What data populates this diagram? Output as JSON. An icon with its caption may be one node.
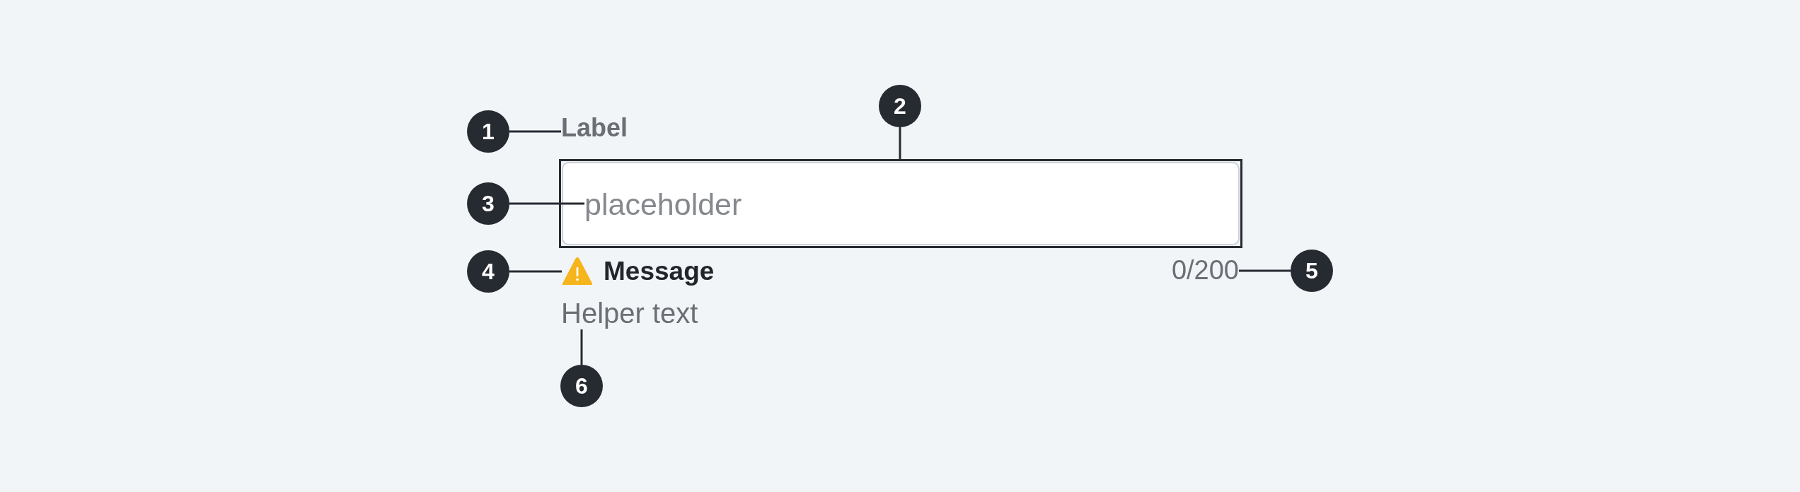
{
  "diagram": {
    "nodes": [
      {
        "text": [
          "1"
        ]
      },
      {
        "text": [
          "Label"
        ]
      },
      {
        "text": [
          "2"
        ]
      },
      {
        "text": [],
        "shape": "box"
      },
      {
        "text": [
          "3"
        ]
      },
      {
        "text": [
          "placeholder"
        ],
        "in": 3
      },
      {
        "text": [
          "4"
        ]
      },
      {
        "text": [],
        "shape": "triangle",
        "beside": [
          "Message"
        ]
      },
      {
        "text": [
          "0/200"
        ]
      },
      {
        "text": [
          "5"
        ]
      },
      {
        "text": [
          "Helper text"
        ]
      },
      {
        "text": [
          "6"
        ]
      }
    ],
    "edges": [
      {
        "from": 0,
        "to": 1,
        "arrow": "none"
      },
      {
        "from": 2,
        "to": 3,
        "arrow": "none"
      },
      {
        "from": 4,
        "to": 5,
        "arrow": "none"
      },
      {
        "from": 6,
        "to": 7,
        "arrow": "none"
      },
      {
        "from": 9,
        "to": 8,
        "arrow": "none"
      },
      {
        "from": 11,
        "to": 10,
        "arrow": "none"
      }
    ]
  }
}
